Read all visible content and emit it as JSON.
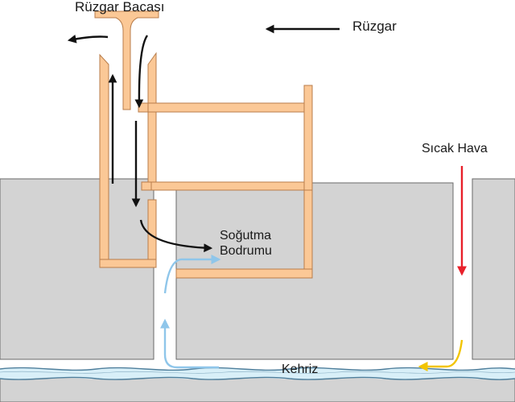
{
  "labels": {
    "wind_chimney": "Rüzgar Bacası",
    "wind": "Rüzgar",
    "warm_air": "Sıcak Hava",
    "cooling_basement_line1": "Soğutma",
    "cooling_basement_line2": "Bodrumu",
    "qanat": "Kehriz"
  },
  "colors": {
    "structure_fill": "#fbc896",
    "structure_stroke": "#b87d4b",
    "ground_fill": "#d3d3d3",
    "ground_stroke": "#6a6a6a",
    "water_fill": "#d8eff8",
    "water_line": "#4f7f9c",
    "air_flow_arrow": "#111111",
    "cool_air_arrow": "#8fc6ea",
    "warm_air_arrow": "#e8202a",
    "qanat_inflow_arrow": "#f2c400"
  },
  "icons": {
    "wind_direction": "arrow-left-icon",
    "air_outflow": "curved-arrow-left-icon",
    "warm_air_descent": "arrow-down-icon"
  }
}
